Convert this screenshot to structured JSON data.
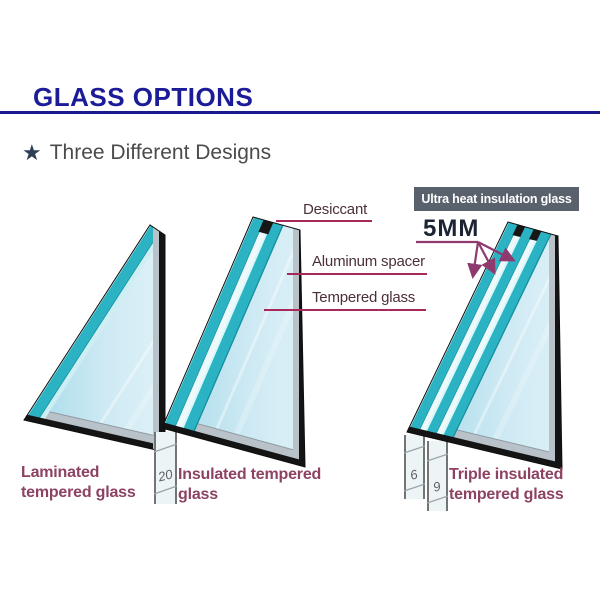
{
  "header": {
    "title": "GLASS OPTIONS"
  },
  "section": {
    "star_icon": "★",
    "heading": "Three Different Designs"
  },
  "badge": {
    "label": "Ultra heat insulation glass"
  },
  "annotations": {
    "desiccant": "Desiccant",
    "aluminum_spacer": "Aluminum spacer",
    "tempered_glass": "Tempered glass",
    "pane_thickness": "5MM"
  },
  "diagrams": [
    {
      "id": "laminated",
      "panes": 1,
      "caption_line1": "Laminated",
      "caption_line2": "tempered glass",
      "ruler_labels": []
    },
    {
      "id": "insulated",
      "panes": 2,
      "caption_line1": "Insulated tempered",
      "caption_line2": "glass",
      "ruler_labels": [
        "20"
      ]
    },
    {
      "id": "triple",
      "panes": 3,
      "caption_line1": "Triple insulated",
      "caption_line2": "tempered glass",
      "ruler_labels": [
        "6",
        "9"
      ]
    }
  ],
  "colors": {
    "title_blue": "#1c1c99",
    "rule_blue": "#1a1a8e",
    "heading_gray": "#4b4b4b",
    "star_navy": "#2e3f55",
    "annotation_text": "#4c3038",
    "annotation_line": "#a8285a",
    "caption_plum": "#8d4263",
    "badge_bg": "#59616c",
    "badge_text": "#ffffff",
    "dimension_dark": "#1b2433",
    "arrow_plum": "#8e3a6e",
    "glass_teal": "#2bb2c3",
    "glass_face": "#bfe3f0",
    "frame_black": "#141414",
    "spacer_silver": "#b9c2c9"
  }
}
